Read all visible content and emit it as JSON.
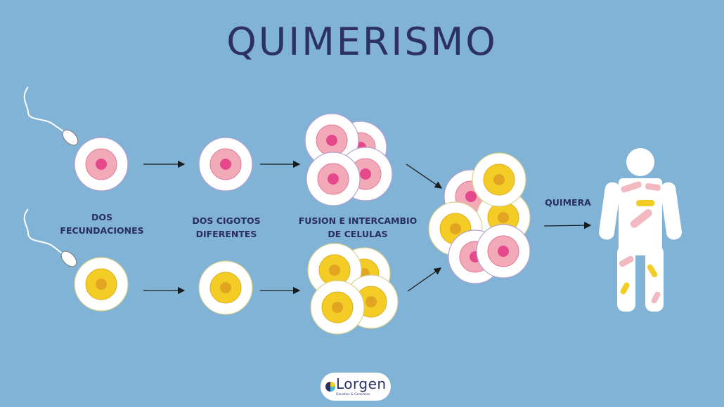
{
  "title": "QUIMERISMO",
  "stages": {
    "fertilizations": [
      "DOS",
      "FECUNDACIONES"
    ],
    "zygotes": [
      "DOS CIGOTOS",
      "DIFERENTES"
    ],
    "fusion": [
      "FUSION E INTERCAMBIO",
      "DE CELULAS"
    ],
    "chimera": "QUIMERA"
  },
  "logo": {
    "name": "Lorgen",
    "tagline": "Genetics & Genomics"
  },
  "colors": {
    "background": "#80b3d6",
    "title": "#2c3063",
    "pink_cell": "#f3aab8",
    "pink_nucleus": "#e6488c",
    "yellow_cell": "#f4cc26",
    "yellow_nucleus": "#e2a521",
    "body": "#ffffff"
  }
}
